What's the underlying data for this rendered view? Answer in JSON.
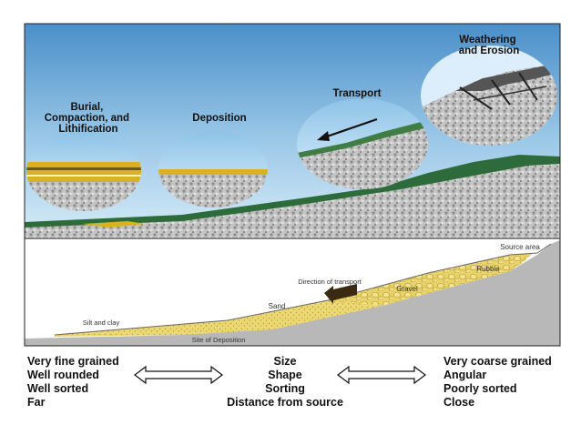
{
  "stages": {
    "weathering": "Weathering and Erosion",
    "weathering_lines": [
      "Weathering",
      "and Erosion"
    ],
    "transport": "Transport",
    "deposition": "Deposition",
    "burial_lines": [
      "Burial,",
      "Compaction, and",
      "Lithification"
    ]
  },
  "cross_section": {
    "source_area": "Source area",
    "rubble": "Rubble",
    "direction": "Direction of transport",
    "gravel": "Gravel",
    "sand": "Sand",
    "silt_clay": "Silt and clay",
    "site": "Site of Deposition"
  },
  "properties": {
    "left": [
      "Very fine grained",
      "Well rounded",
      "Well sorted",
      "Far"
    ],
    "middle": [
      "Size",
      "Shape",
      "Sorting",
      "Distance from source"
    ],
    "right": [
      "Very coarse grained",
      "Angular",
      "Poorly sorted",
      "Close"
    ]
  },
  "colors": {
    "sky_top": "#4a8fc9",
    "sky_bottom": "#d6ebf7",
    "ground": "#b8b8b8",
    "sediment": "#e9d46a",
    "vegetation": "#2e6b3a",
    "gold_layer": "#d9b21f"
  }
}
